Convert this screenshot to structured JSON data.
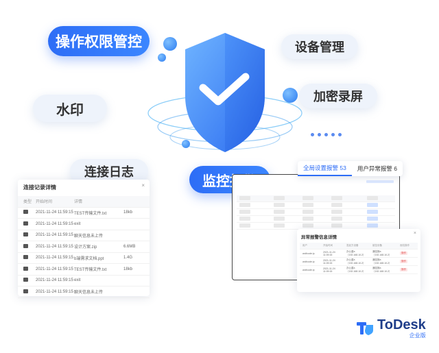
{
  "features": {
    "permission": "操作权限管控",
    "device": "设备管理",
    "encrypt": "加密录屏",
    "watermark": "水印",
    "log": "连接日志",
    "monitor": "监控报警"
  },
  "log_panel": {
    "title": "连接记录详情",
    "columns": [
      "类型",
      "开始时间",
      "详情"
    ],
    "rows": [
      {
        "time": "2021-11-24 11:59:15",
        "detail": "TEST传输文件.txt",
        "size": "18kb"
      },
      {
        "time": "2021-11-24 11:59:15",
        "detail": "exit",
        "size": ""
      },
      {
        "time": "2021-11-24 11:59:15",
        "detail": "聊天信息未上传",
        "size": ""
      },
      {
        "time": "2021-11-24 11:59:15",
        "detail": "设计方案.zip",
        "size": "6.6MB"
      },
      {
        "time": "2021-11-24 11:59:15",
        "detail": "b端需求文档.ppt",
        "size": "1.4G"
      },
      {
        "time": "2021-11-24 11:59:15",
        "detail": "TEST传输文件.txt",
        "size": "18kb"
      },
      {
        "time": "2021-11-24 11:59:15",
        "detail": "exit",
        "size": ""
      },
      {
        "time": "2021-11-24 11:59:15",
        "detail": "聊天信息未上传",
        "size": ""
      }
    ]
  },
  "tabs": {
    "global": "全局设置报警 53",
    "user": "用户异常报警 6"
  },
  "alert_panel": {
    "title": "异常报警信息详情",
    "columns": [
      "用户",
      "开始时间",
      "发起方设备",
      "被控设备",
      "危险操作"
    ],
    "rows": [
      {
        "user": "wolfcode.ip",
        "time": "2021-11-24 11:09:15",
        "from": "办公重a（192.168.10.2）",
        "to": "通控报a（192.168.10.2）",
        "risk": "操作"
      },
      {
        "user": "wolfcode.ip",
        "time": "2021-11-24 11:09:15",
        "from": "办公重a（192.168.10.2）",
        "to": "通控报a（192.168.10.2）",
        "risk": "操作"
      },
      {
        "user": "wolfcode.ip",
        "time": "2021-11-24 11:09:15",
        "from": "办公重a（192.168.10.2）",
        "to": "通控报a（192.168.10.2）",
        "risk": "操作"
      }
    ]
  },
  "brand": {
    "name": "ToDesk",
    "edition": "企业版"
  },
  "colors": {
    "primary": "#2d6df6",
    "shield_light": "#59a6ff",
    "shield_dark": "#2a6af0"
  }
}
